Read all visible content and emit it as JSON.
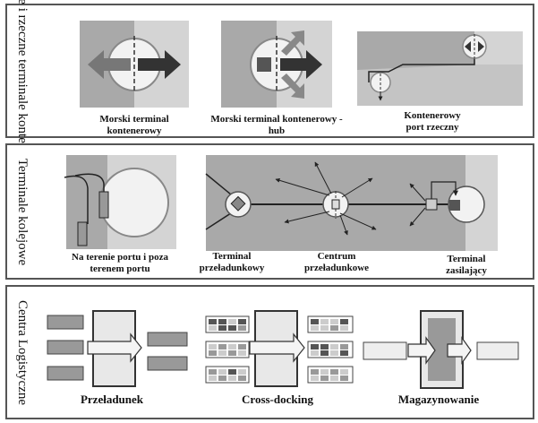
{
  "sections": [
    {
      "label": "Morskie i rzeczne terminale kontenerowe",
      "captions": [
        "Morski terminal kontenerowy",
        "Morski terminal kontenerowy - hub",
        "Kontenerowy port rzeczny"
      ]
    },
    {
      "label": "Terminale kolejowe",
      "captions": [
        "Na terenie portu i poza terenem portu",
        "Terminal przeładunkowy",
        "Centrum przeładunkowe",
        "Terminal zasilający"
      ]
    },
    {
      "label": "Centra Logistyczne",
      "captions": [
        "Przeładunek",
        "Cross-docking",
        "Magazynowanie"
      ]
    }
  ],
  "colors": {
    "border": "#555555",
    "gray_light": "#cfcfcf",
    "gray_mid": "#a9a9a9",
    "gray_dark": "#5a5a5a"
  }
}
